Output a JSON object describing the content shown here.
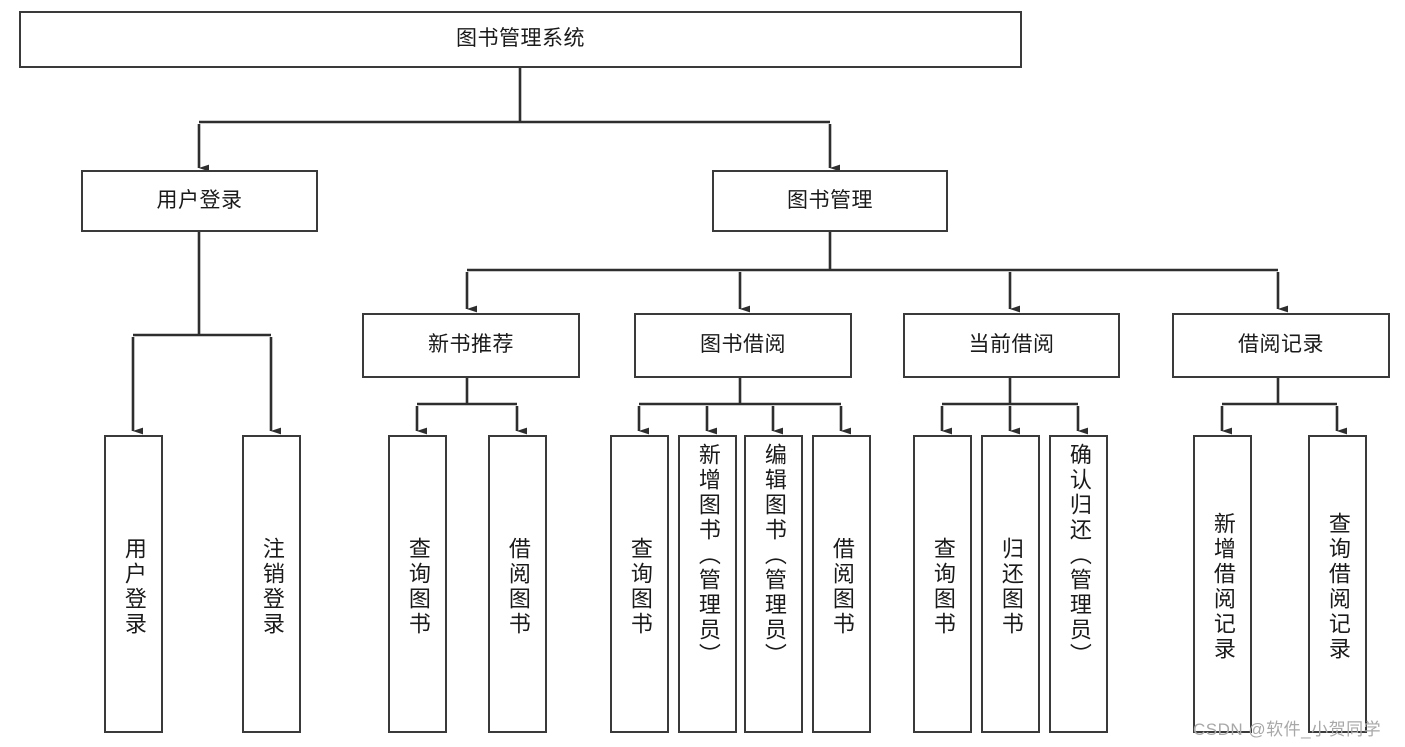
{
  "diagram": {
    "title": "图书管理系统",
    "type": "tree-hierarchy-diagram",
    "colors": {
      "stroke": "#3a3a3a",
      "box_fill": "#ffffff",
      "text": "#1a1a1a",
      "watermark": "#a8a8a8",
      "background": "#ffffff"
    },
    "root": {
      "label": "图书管理系统"
    },
    "level2": [
      {
        "label": "用户登录"
      },
      {
        "label": "图书管理"
      }
    ],
    "level3": [
      {
        "label": "新书推荐"
      },
      {
        "label": "图书借阅"
      },
      {
        "label": "当前借阅"
      },
      {
        "label": "借阅记录"
      }
    ],
    "leaves": {
      "user_login": [
        {
          "label": "用户登录"
        },
        {
          "label": "注销登录"
        }
      ],
      "new_book_recommend": [
        {
          "label": "查询图书"
        },
        {
          "label": "借阅图书"
        }
      ],
      "book_borrow": [
        {
          "label": "查询图书"
        },
        {
          "label": "新增图书（管理员）"
        },
        {
          "label": "编辑图书（管理员）"
        },
        {
          "label": "借阅图书"
        }
      ],
      "current_borrow": [
        {
          "label": "查询图书"
        },
        {
          "label": "归还图书"
        },
        {
          "label": "确认归还（管理员）"
        }
      ],
      "borrow_record": [
        {
          "label": "新增借阅记录"
        },
        {
          "label": "查询借阅记录"
        }
      ]
    },
    "watermark": "CSDN @软件_小贺同学"
  }
}
